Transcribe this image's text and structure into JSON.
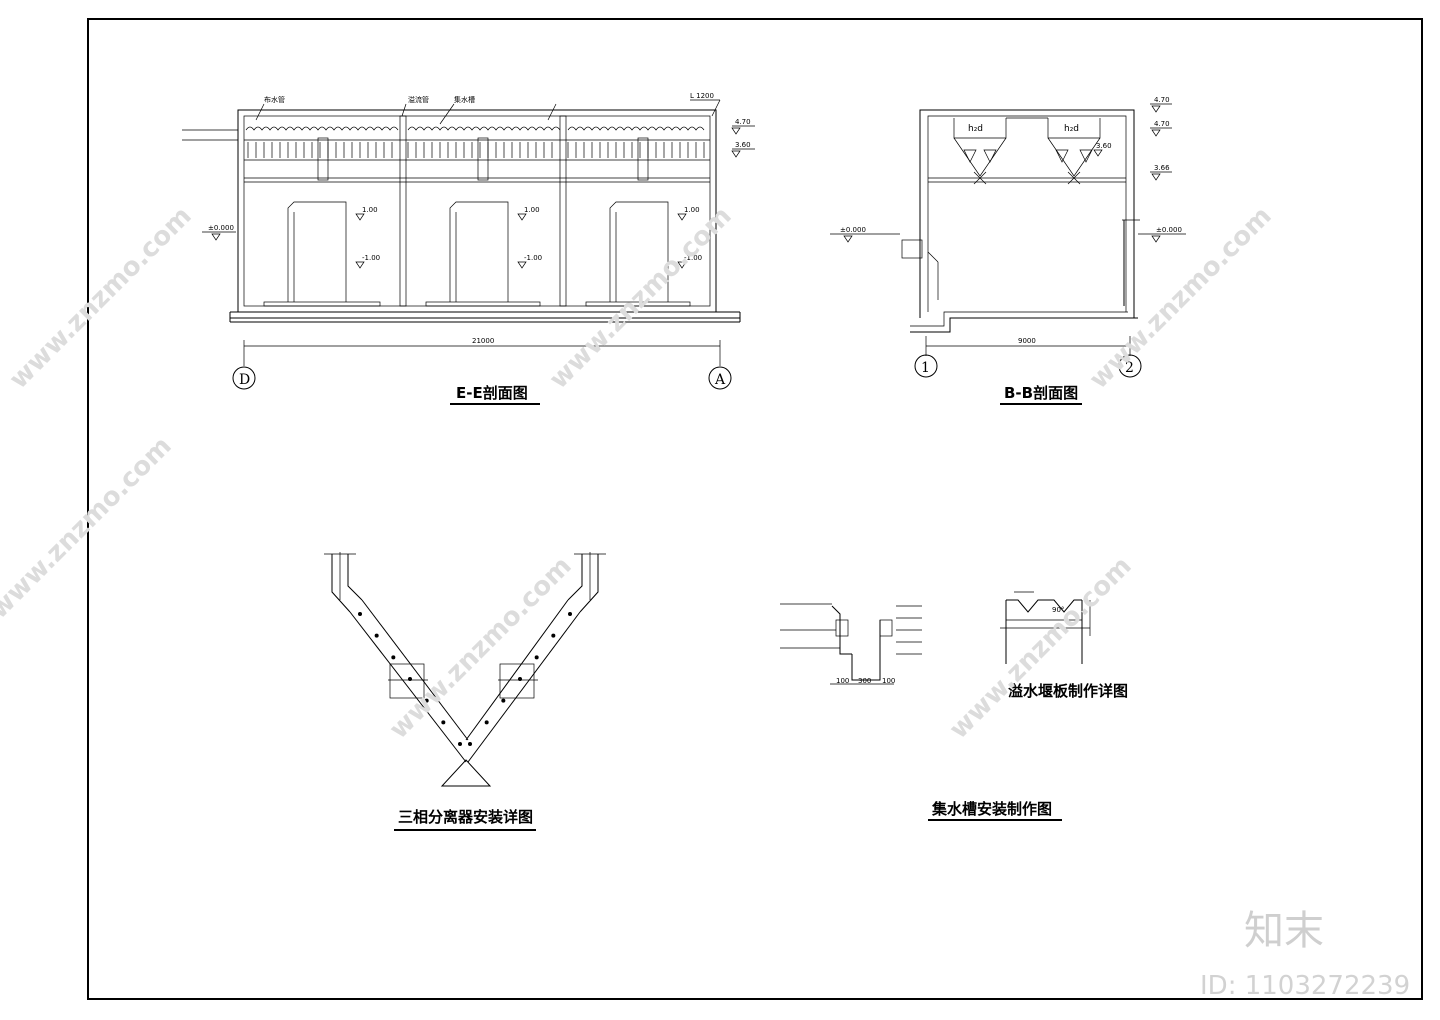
{
  "sections": {
    "ee": {
      "title": "E-E剖面图",
      "dimension": "21000",
      "axis_left": "D",
      "axis_right": "A",
      "levels": [
        "4.70",
        "3.60",
        "±0.000"
      ],
      "level_top": "L 1200",
      "tank_labels": [
        "1.00",
        "-1.00"
      ],
      "labels": [
        "溢流管",
        "集水槽",
        "布水管"
      ]
    },
    "bb": {
      "title": "B-B剖面图",
      "dimension": "9000",
      "axis_left": "1",
      "axis_right": "2",
      "levels": [
        "4.70",
        "4.70",
        "3.60",
        "3.66",
        "±0.000",
        "±0.000"
      ]
    },
    "three_phase": {
      "title": "三相分离器安装详图"
    },
    "collector": {
      "title": "集水槽安装制作图",
      "dims": [
        "100",
        "300",
        "100"
      ]
    },
    "weir": {
      "title": "溢水堰板制作详图",
      "angle": "90°"
    }
  },
  "watermark": {
    "brand": "知末",
    "id_text": "ID: 1103272239",
    "url": "www.znzmo.com"
  }
}
